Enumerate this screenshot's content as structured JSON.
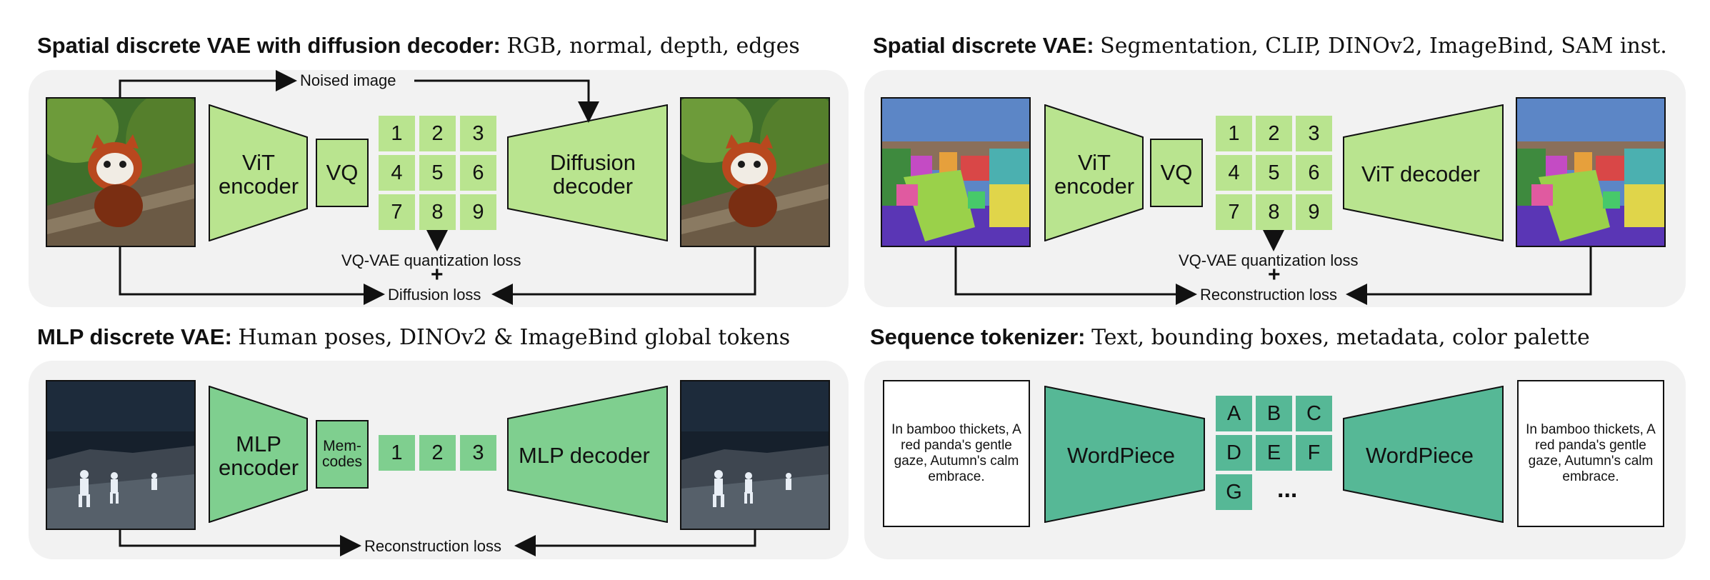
{
  "colors": {
    "light_green": "#b9e48f",
    "mid_green": "#7fcf8f",
    "teal": "#56b896",
    "panel_bg": "#f2f2f2"
  },
  "panels": {
    "tl": {
      "title_bold": "Spatial discrete VAE with diffusion decoder:",
      "title_rest": "RGB, normal, depth, edges",
      "encoder": "ViT encoder",
      "quantizer": "VQ",
      "tokens": [
        "1",
        "2",
        "3",
        "4",
        "5",
        "6",
        "7",
        "8",
        "9"
      ],
      "decoder": "Diffusion decoder",
      "noised": "Noised image",
      "loss1": "VQ-VAE quantization loss",
      "plus": "+",
      "loss2": "Diffusion loss"
    },
    "tr": {
      "title_bold": "Spatial discrete VAE:",
      "title_rest": "Segmentation, CLIP, DINOv2, ImageBind, SAM inst.",
      "encoder": "ViT encoder",
      "quantizer": "VQ",
      "tokens": [
        "1",
        "2",
        "3",
        "4",
        "5",
        "6",
        "7",
        "8",
        "9"
      ],
      "decoder": "ViT decoder",
      "loss1": "VQ-VAE quantization loss",
      "plus": "+",
      "loss2": "Reconstruction loss"
    },
    "bl": {
      "title_bold": "MLP discrete VAE:",
      "title_rest": "Human poses, DINOv2 & ImageBind global tokens",
      "encoder": "MLP encoder",
      "quantizer": "Mem-codes",
      "tokens": [
        "1",
        "2",
        "3"
      ],
      "decoder": "MLP decoder",
      "loss": "Reconstruction loss"
    },
    "br": {
      "title_bold": "Sequence tokenizer:",
      "title_rest": "Text, bounding boxes, metadata, color palette",
      "input_text": "In bamboo thickets, A red panda's gentle gaze, Autumn's calm embrace.",
      "encoder": "WordPiece",
      "tokens": [
        "A",
        "B",
        "C",
        "D",
        "E",
        "F",
        "G"
      ],
      "ellipsis": "...",
      "decoder": "WordPiece",
      "output_text": "In bamboo thickets, A red panda's gentle gaze, Autumn's calm embrace."
    }
  }
}
